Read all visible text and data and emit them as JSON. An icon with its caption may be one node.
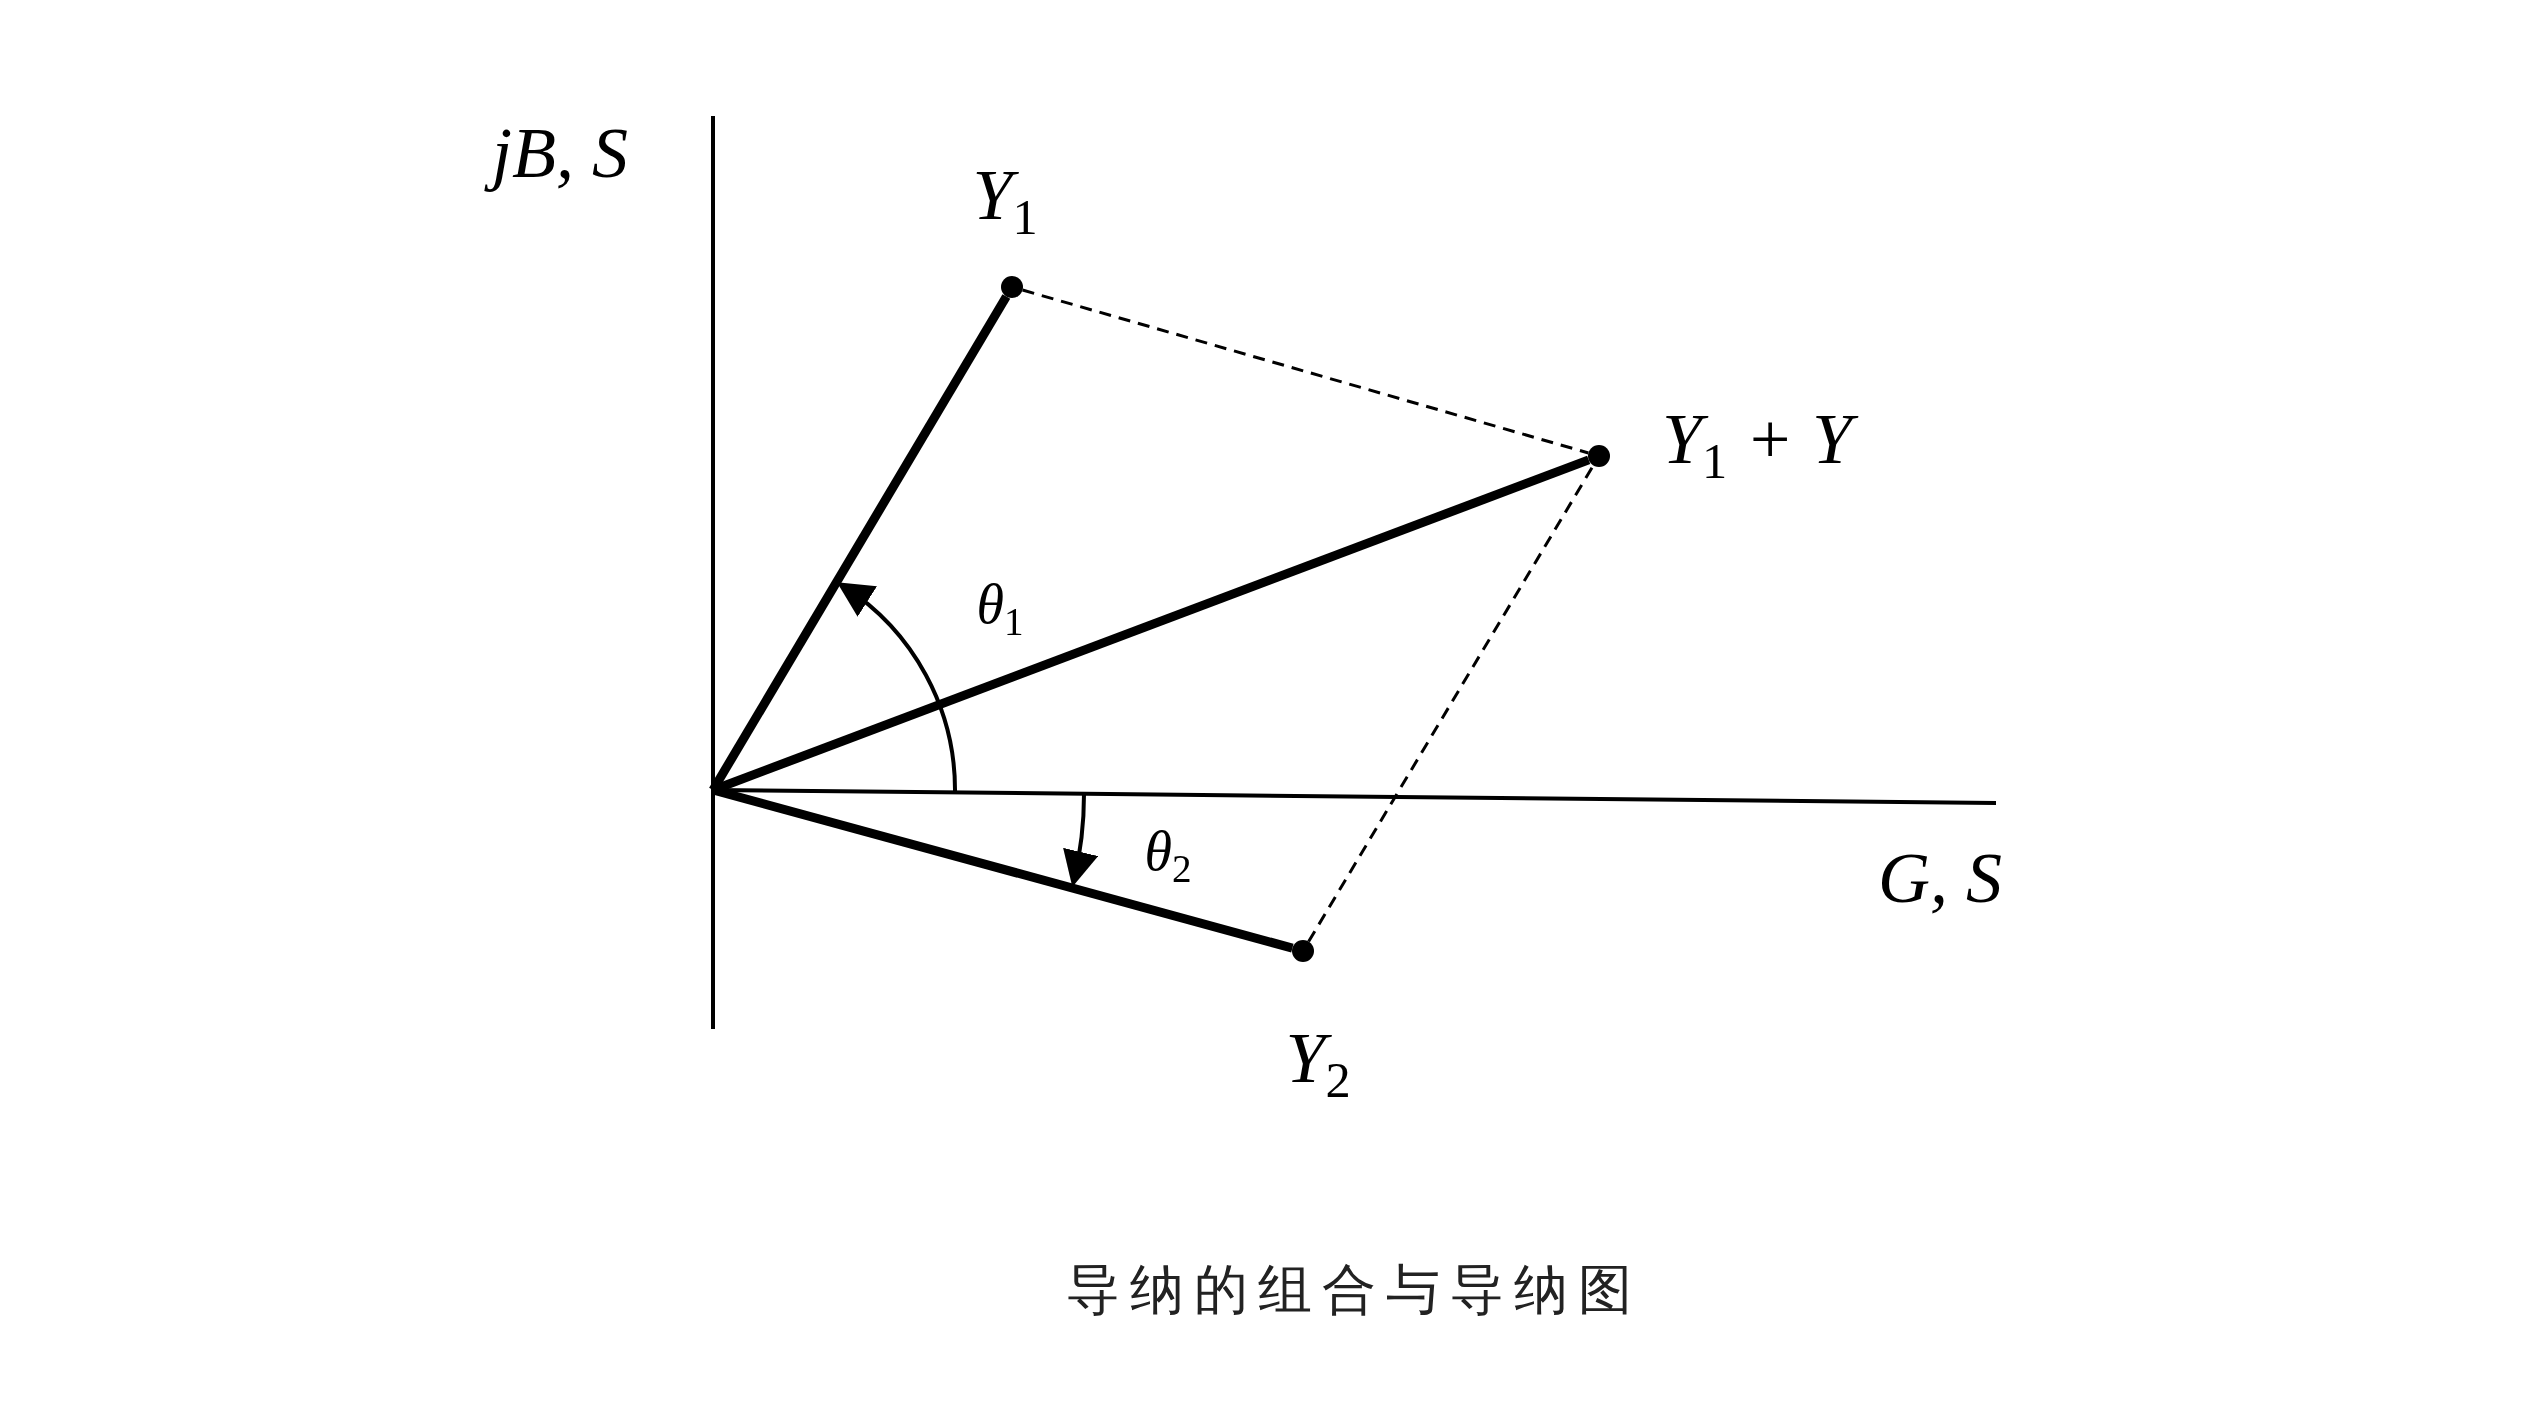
{
  "diagram": {
    "caption": "导纳的组合与导纳图",
    "nodes": [
      {
        "text": [],
        "shape": "circle",
        "beside": [
          "Y$_{1}$"
        ]
      },
      {
        "text": [],
        "shape": "circle",
        "beside": [
          "Y$_{1}$ + Y"
        ]
      },
      {
        "text": [],
        "shape": "circle",
        "beside": [
          "Y$_{2}$"
        ]
      }
    ],
    "edges": [
      {
        "from": null,
        "to": 0,
        "arrow": "none"
      },
      {
        "from": null,
        "to": 1,
        "arrow": "none"
      },
      {
        "from": null,
        "to": 2,
        "arrow": "none"
      },
      {
        "from": 0,
        "to": 1,
        "arrow": "none",
        "style": "dashed"
      },
      {
        "from": 2,
        "to": 1,
        "arrow": "none",
        "style": "dashed"
      }
    ],
    "labels": [
      "jB, S",
      "θ$_{1}$",
      "θ$_{2}$",
      "G, S"
    ]
  }
}
